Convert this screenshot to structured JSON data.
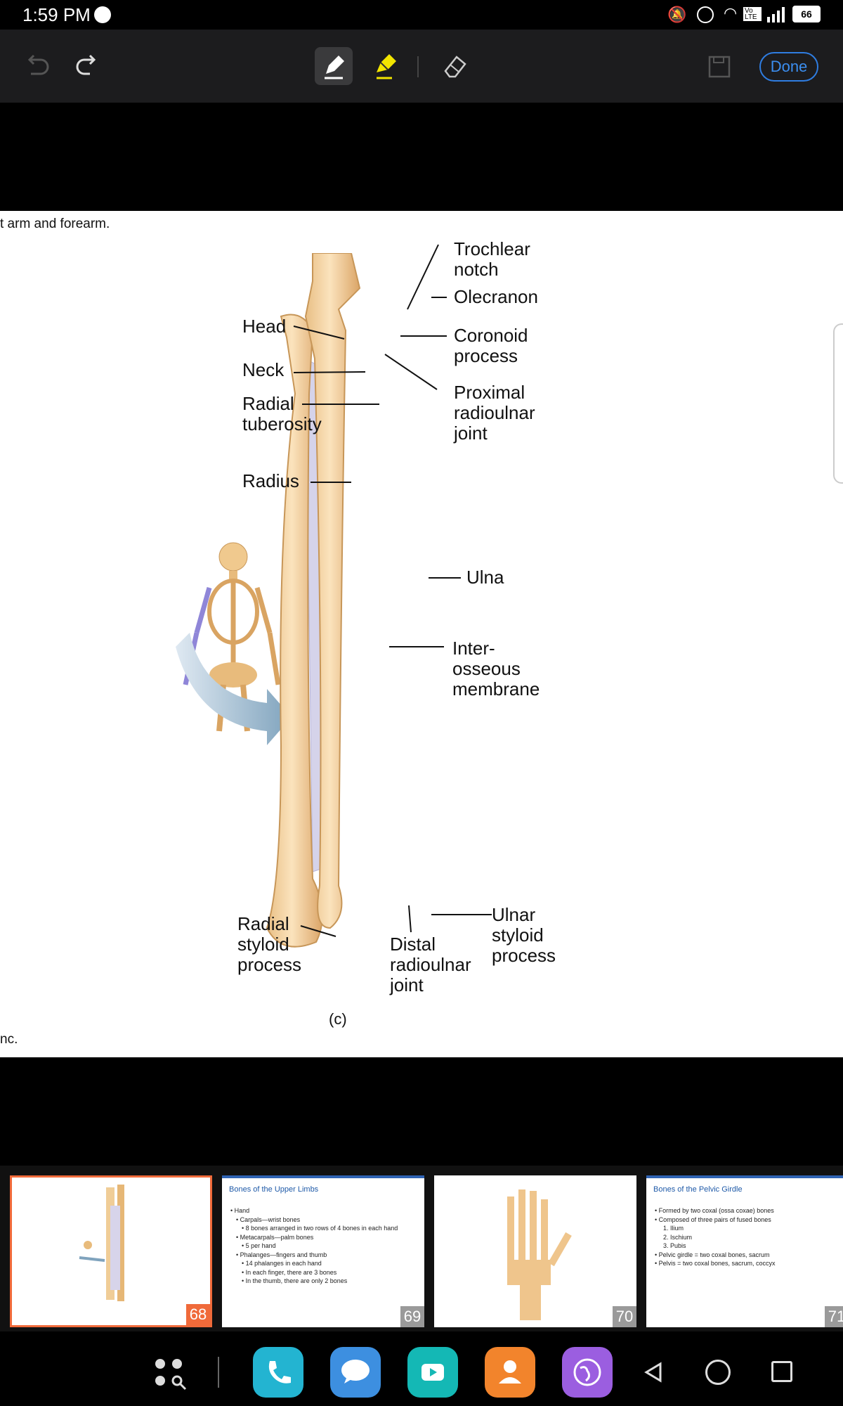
{
  "status": {
    "time": "1:59 PM",
    "battery": "66",
    "network": "Vo LTE"
  },
  "toolbar": {
    "done_label": "Done"
  },
  "slide": {
    "caption_top": "t arm and forearm.",
    "caption_bottom": "nc.",
    "figure_letter": "(c)",
    "labels": {
      "trochlear_notch": [
        "Trochlear",
        "notch"
      ],
      "olecranon": "Olecranon",
      "coronoid_process": [
        "Coronoid",
        "process"
      ],
      "proximal_radioulnar_joint": [
        "Proximal",
        "radioulnar",
        "joint"
      ],
      "head": "Head",
      "neck": "Neck",
      "radial_tuberosity": [
        "Radial",
        "tuberosity"
      ],
      "radius": "Radius",
      "ulna": "Ulna",
      "interosseous_membrane": [
        "Inter-",
        "osseous",
        "membrane"
      ],
      "radial_styloid_process": [
        "Radial",
        "styloid",
        "process"
      ],
      "distal_radioulnar_joint": [
        "Distal",
        "radioulnar",
        "joint"
      ],
      "ulnar_styloid_process": [
        "Ulnar",
        "styloid",
        "process"
      ]
    }
  },
  "thumbnails": [
    {
      "number": "68",
      "selected": true
    },
    {
      "number": "69",
      "title": "Bones of the Upper Limbs",
      "lines": [
        "• Hand",
        "• Carpals—wrist bones",
        "• 8 bones arranged in two rows of 4 bones in each hand",
        "• Metacarpals—palm bones",
        "• 5 per hand",
        "• Phalanges—fingers and thumb",
        "• 14 phalanges in each hand",
        "• In each finger, there are 3 bones",
        "• In the thumb, there are only 2 bones"
      ]
    },
    {
      "number": "70"
    },
    {
      "number": "71",
      "title": "Bones of the Pelvic Girdle",
      "lines": [
        "• Formed by two coxal (ossa coxae) bones",
        "• Composed of three pairs of fused bones",
        "1. Ilium",
        "2. Ischium",
        "3. Pubis",
        "• Pelvic girdle = two coxal bones, sacrum",
        "• Pelvis = two coxal bones, sacrum, coccyx"
      ]
    }
  ],
  "nav": {
    "apps": [
      "phone-app",
      "messages-app",
      "video-app",
      "contacts-app",
      "browser-app"
    ]
  }
}
